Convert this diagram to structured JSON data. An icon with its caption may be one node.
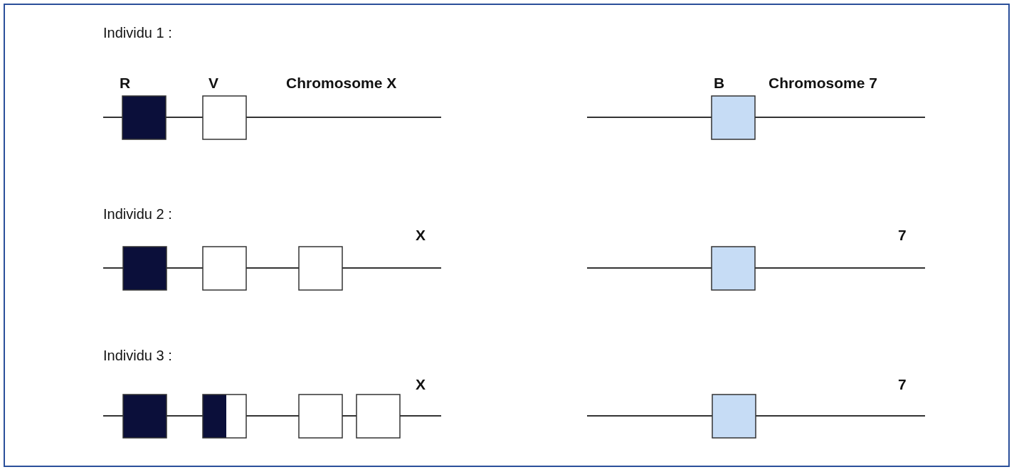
{
  "diagram": {
    "labels": [
      "Individu 1 :",
      "R",
      "V",
      "Chromosome X",
      "B",
      "Chromosome 7",
      "Individu 2 :",
      "X",
      "7",
      "Individu 3 :",
      "X",
      "7"
    ]
  }
}
